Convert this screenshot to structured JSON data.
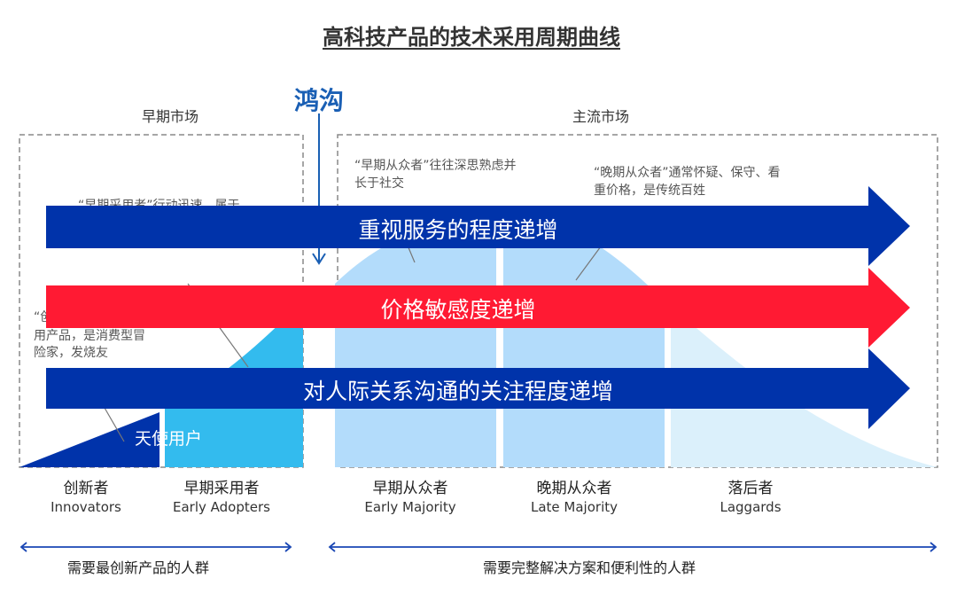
{
  "title": "高科技产品的技术采用周期曲线",
  "chasm_label": "鸿沟",
  "markets": {
    "early": "早期市场",
    "mainstream": "主流市场"
  },
  "notes": {
    "early_adopters_note": "“早期采用者”行动迅速，属于",
    "innovators_note_line1": "“创",
    "innovators_note_line2": "用产品，是消费型冒",
    "innovators_note_line3": "险家，发烧友",
    "early_majority_note": "“早期从众者”往往深思熟虑并长于社交",
    "late_majority_note": "“晚期从众者”通常怀疑、保守、看重价格，是传统百姓"
  },
  "angel_users": "天使用户",
  "arrows": [
    {
      "label": "重视服务的程度递增",
      "color": "#0033aa"
    },
    {
      "label": "价格敏感度递增",
      "color": "#ff1a33"
    },
    {
      "label": "对人际关系沟通的关注程度递增",
      "color": "#0033aa"
    }
  ],
  "categories": [
    {
      "zh": "创新者",
      "en": "Innovators"
    },
    {
      "zh": "早期采用者",
      "en": "Early  Adopters"
    },
    {
      "zh": "早期从众者",
      "en": "Early  Majority"
    },
    {
      "zh": "晚期从众者",
      "en": "Late Majority"
    },
    {
      "zh": "落后者",
      "en": "Laggards"
    }
  ],
  "bottom": {
    "left": "需要最创新产品的人群",
    "right": "需要完整解决方案和便利性的人群"
  },
  "colors": {
    "innovators": "#0033aa",
    "early_adopters": "#33bbee",
    "early_majority": "#b3dcfb",
    "late_majority": "#b3dcfb",
    "laggards": "#dbf0fb"
  }
}
